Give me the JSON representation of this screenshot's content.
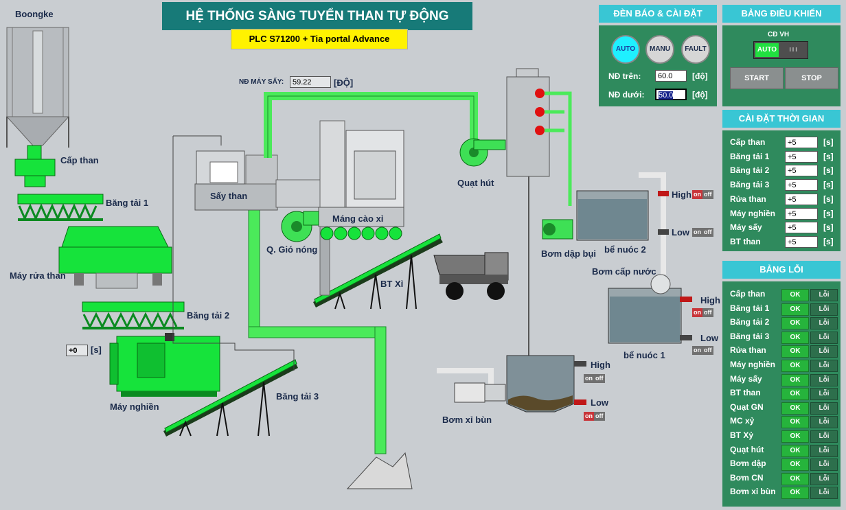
{
  "header": {
    "title": "HỆ THỐNG SÀNG TUYỂN THAN TỰ ĐỘNG",
    "subtitle": "PLC S71200 + Tia portal Advance"
  },
  "process": {
    "boongke": "Boongke",
    "cap_than": "Cấp than",
    "bang_tai_1": "Băng tải 1",
    "may_rua_than": "Máy rửa than",
    "bang_tai_2": "Băng tải 2",
    "may_nghien": "Máy nghiền",
    "bang_tai_3": "Băng tải 3",
    "say_than": "Sấy than",
    "q_gio_nong": "Q. Gió nóng",
    "mang_cao_xi": "Máng cào xỉ",
    "bt_xi": "BT Xỉ",
    "quat_hut": "Quạt hút",
    "bom_dap_bui": "Bơm dập bụi",
    "be_nuoc_2": "bể nuóc 2",
    "bom_cap_nuoc": "Bơm cấp nước",
    "be_nuoc_1": "bể nuóc 1",
    "bom_xi_bun": "Bơm xỉ bùn",
    "nd_may_say_label": "NĐ MÁY SẤY:",
    "nd_may_say_value": "59.22",
    "nd_unit": "[ĐỘ]",
    "timer_value": "+0",
    "timer_unit": "[s]",
    "high": "High",
    "low": "Low",
    "on": "on",
    "off": "off"
  },
  "den_bao": {
    "header": "ĐÈN BÁO & CÀI ĐẶT",
    "auto": "AUTO",
    "manu": "MANU",
    "fault": "FAULT",
    "nd_tren_label": "NĐ trên:",
    "nd_tren_value": "60.0",
    "nd_duoi_label": "NĐ dưới:",
    "nd_duoi_value": "50.0",
    "unit": "[độ]"
  },
  "bang_dieu_khien": {
    "header": "BẢNG ĐIỀU KHIỂN",
    "cd_vh": "CĐ VH",
    "toggle_auto": "AUTO",
    "toggle_other": "I I I",
    "start": "START",
    "stop": "STOP"
  },
  "cai_dat_thoi_gian": {
    "header": "CÀI ĐẶT THỜI GIAN",
    "unit": "[s]",
    "items": [
      {
        "label": "Cấp than",
        "value": "+5"
      },
      {
        "label": "Băng tải 1",
        "value": "+5"
      },
      {
        "label": "Băng tải 2",
        "value": "+5"
      },
      {
        "label": "Băng tải 3",
        "value": "+5"
      },
      {
        "label": "Rửa than",
        "value": "+5"
      },
      {
        "label": "Máy nghiền",
        "value": "+5"
      },
      {
        "label": "Máy sấy",
        "value": "+5"
      },
      {
        "label": "BT than",
        "value": "+5"
      }
    ]
  },
  "bang_loi": {
    "header": "BẢNG LỖI",
    "ok": "OK",
    "loi": "Lỗi",
    "items": [
      "Cấp than",
      "Băng tải 1",
      "Băng tải 2",
      "Băng tải 3",
      "Rửa than",
      "Máy nghiền",
      "Máy sấy",
      "BT than",
      "Quạt GN",
      "MC xỷ",
      "BT Xỷ",
      "Quạt hút",
      "Bơm dập",
      "Bơm CN",
      "Bơm xỉ bùn"
    ]
  }
}
